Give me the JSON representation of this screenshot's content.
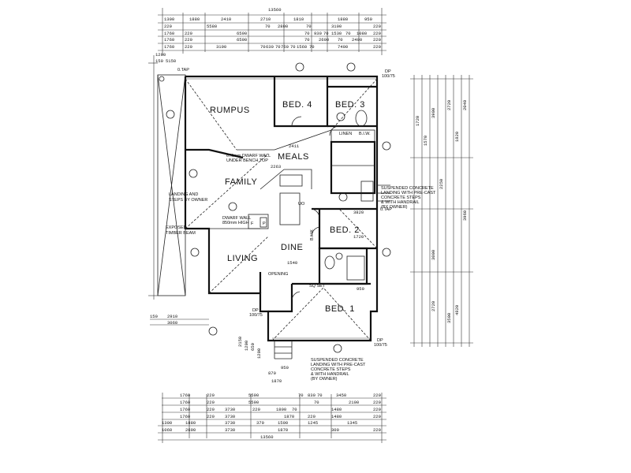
{
  "rooms": {
    "rumpus": "RUMPUS",
    "bed4": "BED. 4",
    "bed3": "BED. 3",
    "meals": "MEALS",
    "family": "FAMILY",
    "bed2": "BED. 2",
    "living": "LIVING",
    "dine": "DINE",
    "bed1": "BED. 1",
    "linen": "LINEN",
    "biw_top": "B.I.W.",
    "biw_mid": "B.I.W."
  },
  "notes": {
    "landing": [
      "LANDING AND",
      "STEPS BY OWNER"
    ],
    "timber": [
      "EXPOSED",
      "TIMBER BEAM"
    ],
    "dwarf_top": [
      "670mm DWARF WALL",
      "UNDER BENCH TOP"
    ],
    "dwarf_mid": [
      "DWARF WALL",
      "850mm HIGH"
    ],
    "opening": "OPENING",
    "suspended_right": [
      "SUSPENDED CONCRETE",
      "LANDING WITH PRE-CAST",
      "CONCRETE STEPS",
      "& WITH HANDRAIL",
      "(BY OWNER)"
    ],
    "suspended_bottom": [
      "SUSPENDED CONCRETE",
      "LANDING WITH PRE-CAST",
      "CONCRETE STEPS",
      "& WITH HANDRAIL",
      "(BY OWNER)"
    ],
    "otap_top": "0.TAP",
    "otap_right": "0.TAP",
    "dp_top": [
      "DP",
      "100/75"
    ],
    "dp_left": [
      "DP",
      "100/75"
    ],
    "dp_bottom": [
      "DP",
      "100/75"
    ],
    "sq_set": "SQ SET"
  },
  "dims_top": {
    "overall": "13560",
    "row1": [
      "1300",
      "1880",
      "2410",
      "2710",
      "1810",
      "1880",
      "950"
    ],
    "row2": [
      "220",
      "5580",
      "70",
      "2800",
      "70",
      "3100",
      "220"
    ],
    "row3": [
      "1760",
      "220",
      "6590",
      "70",
      "930",
      "70",
      "1530",
      "70",
      "1080",
      "220"
    ],
    "row4": [
      "1760",
      "220",
      "6590",
      "70",
      "2600",
      "70",
      "2400",
      "220"
    ],
    "row5": [
      "1760",
      "220",
      "3190",
      "70",
      "630",
      "70",
      "760",
      "70",
      "1560",
      "70",
      "7400",
      "220"
    ]
  },
  "dims_bottom": {
    "row1": [
      "1760",
      "220",
      "5590",
      "70",
      "830",
      "70",
      "3450",
      "220"
    ],
    "row2": [
      "1760",
      "220",
      "5590",
      "70",
      "2100",
      "220"
    ],
    "row3": [
      "1760",
      "220",
      "3730",
      "220",
      "1800",
      "70",
      "1480",
      "220"
    ],
    "row4": [
      "1760",
      "220",
      "3730",
      "1870",
      "220",
      "1480",
      "220"
    ],
    "row5": [
      "1300",
      "1880",
      "3730",
      "370",
      "1500",
      "1245",
      "1345"
    ],
    "row6": [
      "1060",
      "2690",
      "3730",
      "1870",
      "300",
      "220"
    ],
    "overall": "13560"
  },
  "dims_right": [
    "1720",
    "1570",
    "3900",
    "2250",
    "2720",
    "1820",
    "2040",
    "3000",
    "2720",
    "3500",
    "4820",
    "3960"
  ],
  "dims_left": {
    "top": [
      "1200",
      "150",
      "5150"
    ],
    "bottom": [
      "150",
      "2910",
      "3060"
    ]
  },
  "dims_misc": [
    "2411",
    "2263",
    "3820",
    "1720",
    "1540",
    "950",
    "870",
    "1870",
    "950",
    "2150",
    "1200",
    "650",
    "1200"
  ]
}
